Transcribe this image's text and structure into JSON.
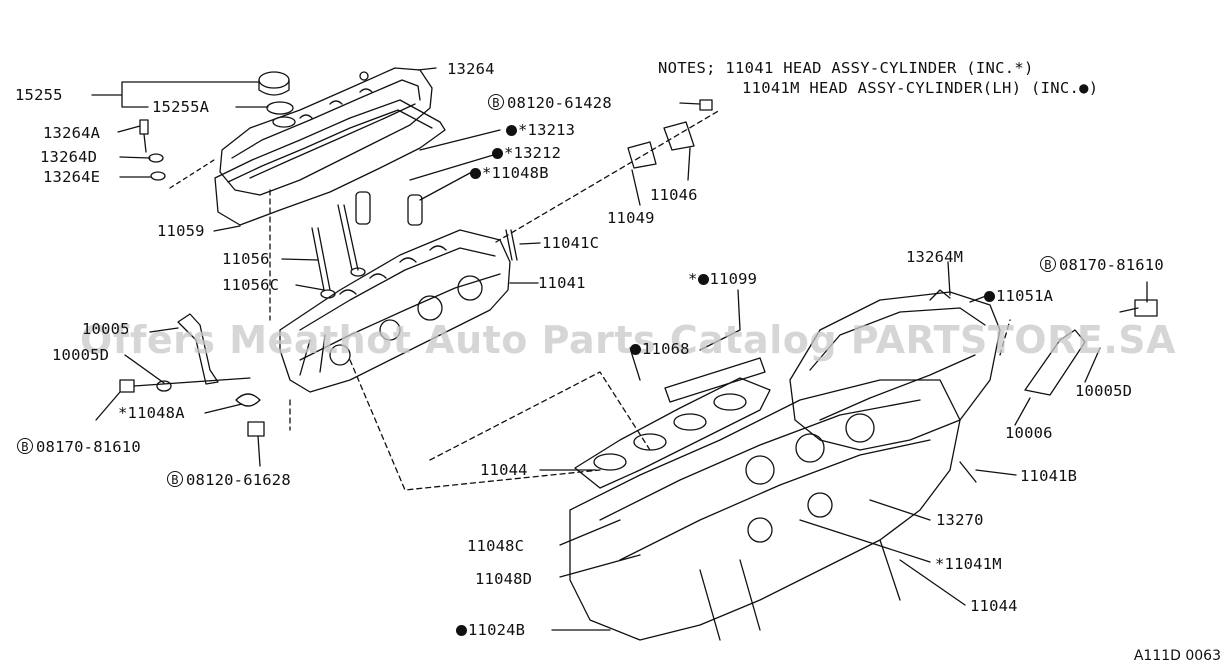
{
  "watermark": "Offers Meathot Auto Parts Catalog PARTSTORE.SA",
  "notes": [
    "NOTES; 11041 HEAD ASSY-CYLINDER (INC.*)",
    "11041M HEAD ASSY-CYLINDER(LH) (INC.●)"
  ],
  "labels": {
    "l13264": "13264",
    "l15255": "15255",
    "l15255A": "15255A",
    "l13264A": "13264A",
    "l13264D": "13264D",
    "l13264E": "13264E",
    "l08120_61428": "08120-61428",
    "l13213": "*13213",
    "l13212": "*13212",
    "l11048B": "*11048B",
    "l11046": "11046",
    "l11049": "11049",
    "l11059": "11059",
    "l11056": "11056",
    "l11056C": "11056C",
    "l11041C": "11041C",
    "l11041": "11041",
    "l11099": "11099",
    "l13264M": "13264M",
    "l08170_81610r": "08170-81610",
    "l11051A": "11051A",
    "l10005": "10005",
    "l10005D": "10005D",
    "l11068": "11068",
    "l10005Dr": "10005D",
    "l11048A": "*11048A",
    "l08170_81610l": "08170-81610",
    "l08120_61628": "08120-61628",
    "l10006": "10006",
    "l11044a": "11044",
    "l11041B": "11041B",
    "l13270": "13270",
    "l11048C": "11048C",
    "l11048D": "11048D",
    "l11041M": "*11041M",
    "l11044b": "11044",
    "l11024B": "11024B"
  },
  "diagram_code": "A111D 0063"
}
